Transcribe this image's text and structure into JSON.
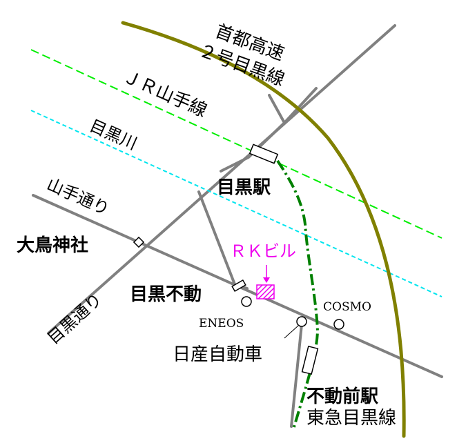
{
  "colors": {
    "background": "#ffffff",
    "road": "#808080",
    "expressway": "#808000",
    "jr_line": "#00ee00",
    "river": "#00e5ee",
    "tokyu_line": "#008000",
    "highlight": "#ee00ee",
    "text": "#000000"
  },
  "map": {
    "routes": {
      "expressway": "首都高速\n２号目黒線",
      "jr_line": "ＪＲ山手線",
      "river": "目黒川",
      "yamate_dori": "山手通り",
      "meguro_dori": "目黒通り",
      "tokyu_line": "東急目黒線"
    },
    "places": {
      "meguro_station": "目黒駅",
      "otori_shrine": "大鳥神社",
      "meguro_fudo": "目黒不動",
      "rk_building": "ＲＫビル",
      "eneos": "ENEOS",
      "cosmo": "COSMO",
      "nissan": "日産自動車",
      "fudomae_station": "不動前駅"
    }
  }
}
